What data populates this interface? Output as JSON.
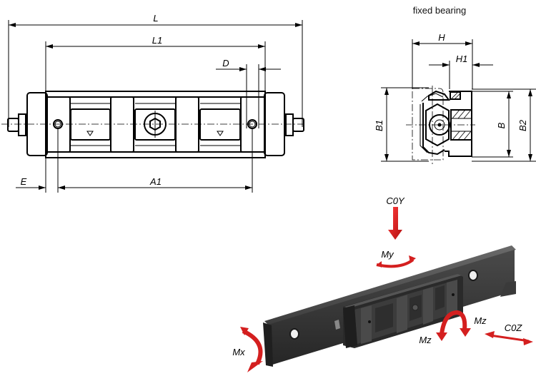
{
  "front_view": {
    "dimensions": {
      "L": "L",
      "L1": "L1",
      "D": "D",
      "E": "E",
      "A1": "A1"
    }
  },
  "side_view": {
    "caption": "fixed bearing",
    "dimensions": {
      "H": "H",
      "H1": "H1",
      "B1": "B1",
      "B": "B",
      "B2": "B2"
    }
  },
  "load_view": {
    "labels": {
      "c0y": "C0Y",
      "my": "My",
      "mx": "Mx",
      "mz_upper": "Mz",
      "mz_lower": "Mz",
      "c0z": "C0Z"
    },
    "colors": {
      "arrow": "#d41f1f",
      "rail": "#3a3a3a",
      "rail_top": "#555555",
      "carriage": "#2b2b2b"
    }
  }
}
